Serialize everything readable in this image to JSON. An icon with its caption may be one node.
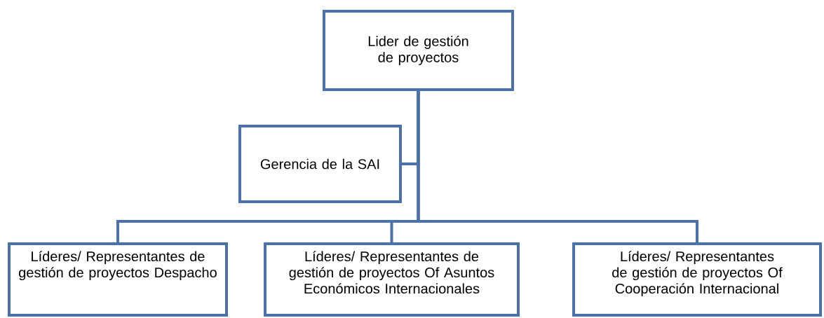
{
  "diagram": {
    "nodes": [
      {
        "text": [
          "Lider de gestión de proyectos"
        ]
      },
      {
        "text": [
          "Gerencia de la SAI"
        ]
      },
      {
        "text": [
          "Líderes/ Representantes de gestión de proyectos Despacho"
        ]
      },
      {
        "text": [
          "Líderes/ Representantes de gestión de proyectos Of Asuntos Económicos Internacionales"
        ]
      },
      {
        "text": [
          "Líderes/ Representantes de gestión de proyectos Of Cooperación Internacional"
        ]
      }
    ],
    "edges": [
      {
        "from": 0,
        "to": 1,
        "arrow": "none"
      },
      {
        "from": 0,
        "to": 2,
        "arrow": "none"
      },
      {
        "from": 0,
        "to": 3,
        "arrow": "none"
      },
      {
        "from": 0,
        "to": 4,
        "arrow": "none"
      }
    ]
  }
}
